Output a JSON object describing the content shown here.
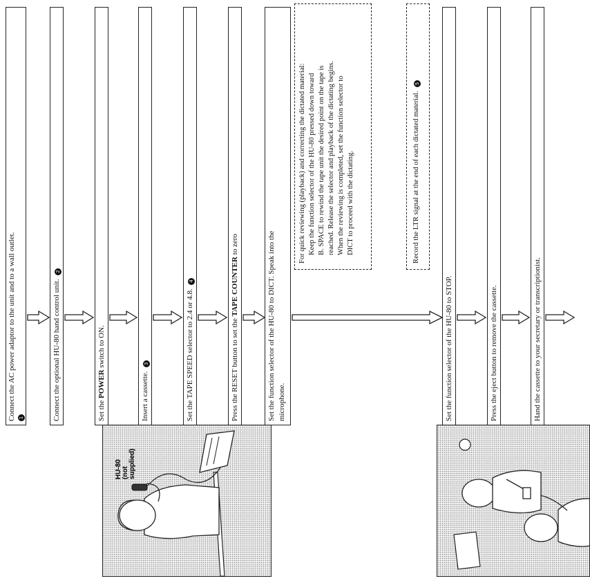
{
  "steps": {
    "s1": {
      "text": "Connect the AC power adaptor to the unit and to a wall outlet.",
      "mark": "1"
    },
    "s2": {
      "text": "Connect the optional HU-80 hand control unit.",
      "mark": "2"
    },
    "s3": {
      "pre": "Set the ",
      "bold": "POWER",
      "post": " switch to ON."
    },
    "s4": {
      "text": "Insert a cassette.",
      "mark": "3"
    },
    "s5": {
      "pre": "Set the ",
      "bold": "TAPE SPEED",
      "post": " selector to 2.4 or 4.8.",
      "mark": "4"
    },
    "s6": {
      "pre": "Press the ",
      "bold": "RESET",
      "mid": " button to set the ",
      "bold2": "TAPE COUNTER",
      "post": " to zero"
    },
    "s7": {
      "line1": "Set the function selector of the HU-80 to DICT. Speak into the",
      "line2": "microphone."
    },
    "s8": {
      "text": "Set the function selector of the HU-80 to STOP."
    },
    "s9": {
      "text": "Press the eject button to remove the cassette."
    },
    "s10": {
      "text": "Hand the cassette to your secretary or transcriptionist."
    }
  },
  "notes": {
    "review": {
      "line1": "For quick reviewing (playback) and correcting the dictated material:",
      "line2": "Keep the function selector of the HU-80 pressed down toward",
      "line3": "B. SPACE to rewind the tape unit the desired point on the tape is",
      "line4": "reached. Release the selector and playback of the dictating begins.",
      "line5": "When the reviewing is completed, set the function selector to",
      "line6": "DICT to proceed with the dictating."
    },
    "ltr": {
      "pre": "Record the ",
      "bold": "LTR",
      "post": " signal at the end of each dictated material.",
      "mark": "5"
    }
  },
  "illustrations": {
    "dictating": {
      "callout1": "HU-80",
      "callout2": "(not",
      "callout3": "supplied)"
    }
  }
}
